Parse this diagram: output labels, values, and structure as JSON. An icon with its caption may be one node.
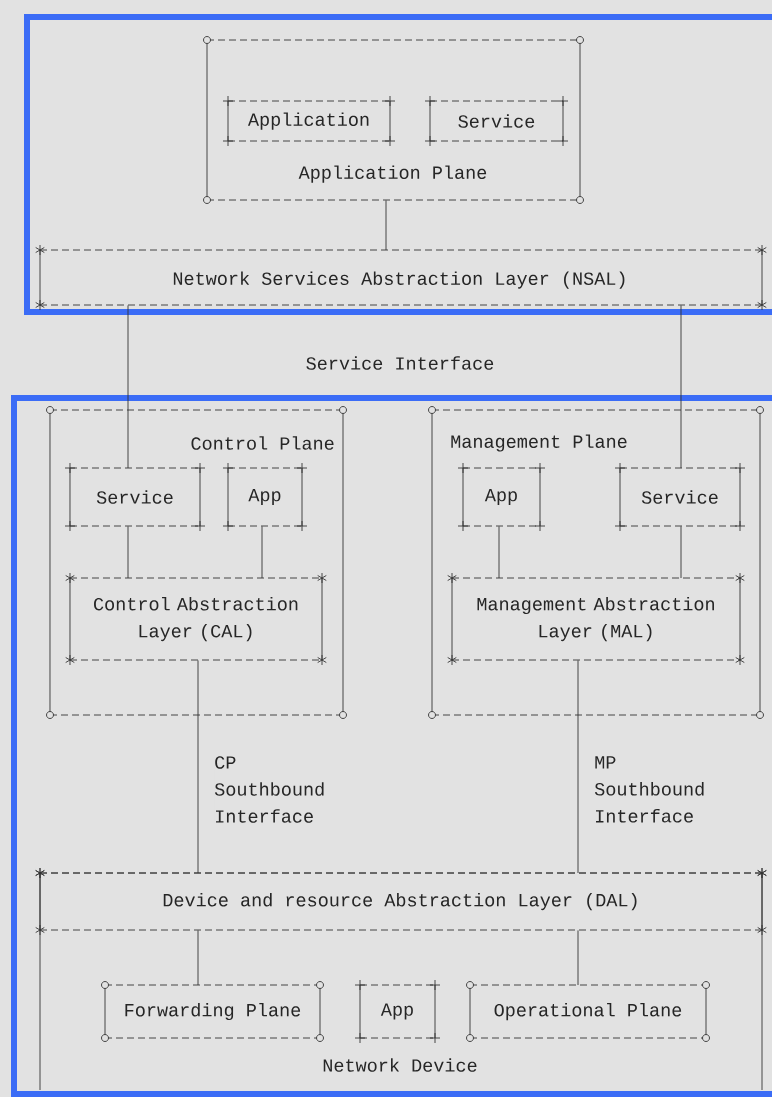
{
  "diagram": {
    "nodes": [
      {
        "text": [
          "Application Plane"
        ]
      },
      {
        "text": [
          "Application"
        ],
        "in": 0
      },
      {
        "text": [
          "Service"
        ],
        "in": 0
      },
      {
        "text": [
          "Network Services Abstraction Layer (NSAL)"
        ]
      },
      {
        "text": [
          "Control Plane"
        ]
      },
      {
        "text": [
          "Service"
        ],
        "in": 4
      },
      {
        "text": [
          "App"
        ],
        "in": 4
      },
      {
        "text": [
          "Control Abstraction Layer (CAL)"
        ],
        "in": 4
      },
      {
        "text": [
          "Management Plane"
        ]
      },
      {
        "text": [
          "App"
        ],
        "in": 8
      },
      {
        "text": [
          "Service"
        ],
        "in": 8
      },
      {
        "text": [
          "Management Abstraction Layer (MAL)"
        ],
        "in": 8
      },
      {
        "text": [
          "Network Device"
        ]
      },
      {
        "text": [
          "Device and resource Abstraction Layer (DAL)"
        ],
        "in": 12
      },
      {
        "text": [
          "Forwarding Plane"
        ],
        "in": 12
      },
      {
        "text": [
          "App"
        ],
        "in": 12
      },
      {
        "text": [
          "Operational Plane"
        ],
        "in": 12
      }
    ],
    "edges": [
      {
        "from": 0,
        "to": 3,
        "arrow": "none"
      },
      {
        "from": 3,
        "to": 5,
        "arrow": "none"
      },
      {
        "from": 3,
        "to": 10,
        "arrow": "none"
      },
      {
        "from": 5,
        "to": 7,
        "arrow": "none"
      },
      {
        "from": 6,
        "to": 7,
        "arrow": "none"
      },
      {
        "from": 9,
        "to": 11,
        "arrow": "none"
      },
      {
        "from": 10,
        "to": 11,
        "arrow": "none"
      },
      {
        "from": 7,
        "to": 13,
        "arrow": "none",
        "label": "CP Southbound Interface"
      },
      {
        "from": 11,
        "to": 13,
        "arrow": "none",
        "label": "MP Southbound Interface"
      },
      {
        "from": 13,
        "to": 14,
        "arrow": "none"
      },
      {
        "from": 13,
        "to": 16,
        "arrow": "none"
      }
    ],
    "labels": [
      "Service Interface"
    ]
  }
}
